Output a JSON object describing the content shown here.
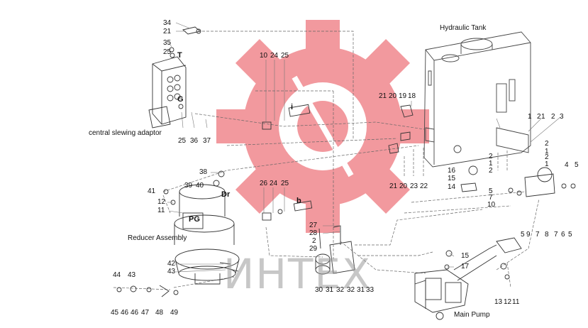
{
  "captions": {
    "hydraulic_tank": "Hydraulic Tank",
    "central_slewing": "central slewing adaptor",
    "reducer": "Reducer Assembly",
    "main_pump": "Main Pump"
  },
  "port_marks": {
    "T": "T",
    "G": "G",
    "i": "i",
    "b": "b",
    "Dr": "Dr",
    "PG": "PG"
  },
  "watermark": "ИНТЕХ",
  "colors": {
    "watermark_gear": "#e8474f",
    "line": "#555555",
    "ink": "#222222"
  },
  "callouts": [
    "34",
    "21",
    "35",
    "25",
    "25",
    "36",
    "37",
    "10",
    "24",
    "25",
    "21",
    "20",
    "19",
    "18",
    "21",
    "20",
    "22",
    "23",
    "38",
    "39",
    "40",
    "41",
    "12",
    "11",
    "26",
    "24",
    "25",
    "27",
    "28",
    "2",
    "29",
    "42",
    "43",
    "44",
    "43",
    "45",
    "46",
    "46",
    "47",
    "48",
    "49",
    "30",
    "31",
    "32",
    "32",
    "31",
    "33",
    "1",
    "2",
    "1",
    "2",
    "3",
    "2",
    "1",
    "2",
    "1",
    "16",
    "15",
    "14",
    "2",
    "1",
    "2",
    "4",
    "5",
    "5",
    "7",
    "10",
    "5",
    "9",
    "7",
    "8",
    "7",
    "6",
    "5",
    "15",
    "17",
    "13",
    "12",
    "11"
  ]
}
